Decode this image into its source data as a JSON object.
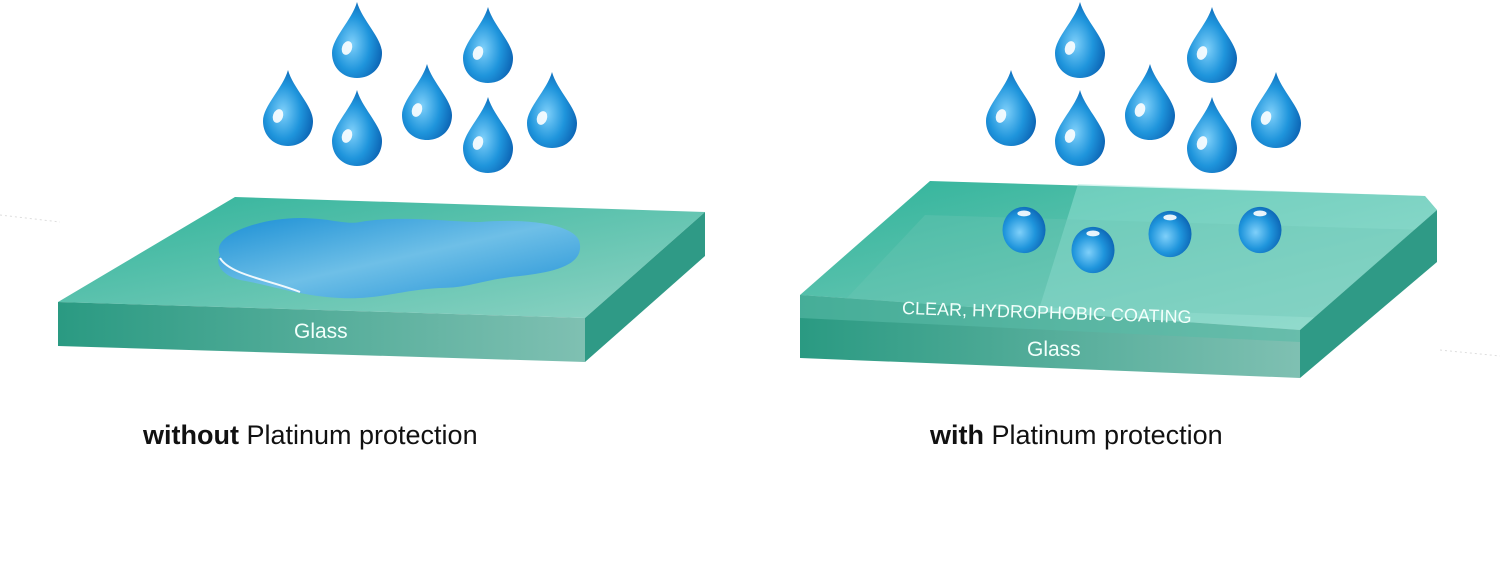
{
  "left_panel": {
    "glass_label": "Glass",
    "caption_bold": "without",
    "caption_rest": " Platinum protection"
  },
  "right_panel": {
    "coating_label": "CLEAR, HYDROPHOBIC COATING",
    "glass_label": "Glass",
    "caption_bold": "with",
    "caption_rest": " Platinum protection"
  },
  "colors": {
    "glass_top": "#4dbfa8",
    "glass_front": "#2f9c85",
    "water": "#1e8fd8",
    "caption": "#111111"
  }
}
